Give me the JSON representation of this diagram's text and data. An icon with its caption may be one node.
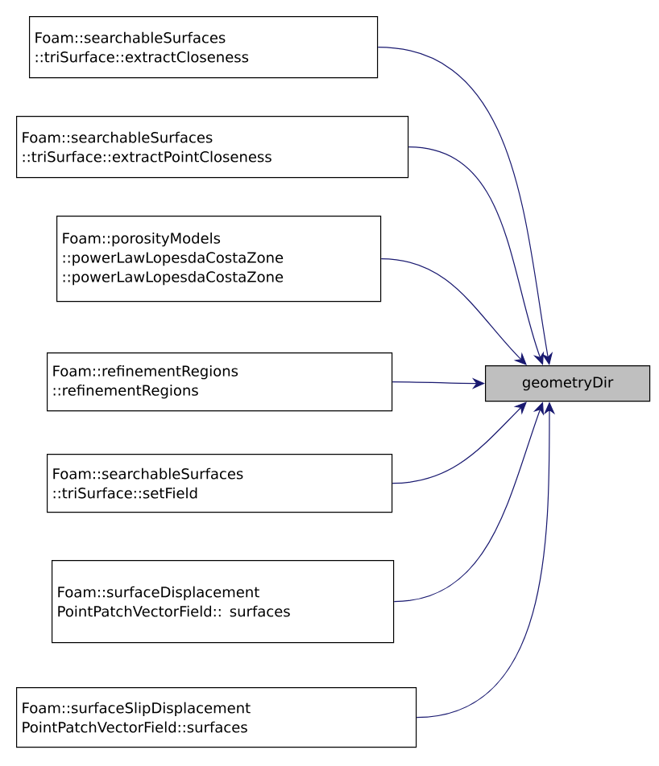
{
  "diagram": {
    "nodes": [
      {
        "text": [
          "Foam::searchableSurfaces ::triSurface::extractCloseness"
        ]
      },
      {
        "text": [
          "Foam::searchableSurfaces ::triSurface::extractPointCloseness"
        ]
      },
      {
        "text": [
          "Foam::porosityModels ::powerLawLopesdaCostaZone ::powerLawLopesdaCostaZone"
        ]
      },
      {
        "text": [
          "Foam::refinementRegions ::refinementRegions"
        ]
      },
      {
        "text": [
          "Foam::searchableSurfaces ::triSurface::setField"
        ]
      },
      {
        "text": [
          "Foam::surfaceDisplacement PointPatchVectorField:: surfaces"
        ]
      },
      {
        "text": [
          "Foam::surfaceSlipDisplacement PointPatchVectorField::surfaces"
        ]
      },
      {
        "text": [
          "geometryDir"
        ]
      }
    ],
    "edges": [
      {
        "from": 0,
        "to": 7,
        "arrow": "to"
      },
      {
        "from": 1,
        "to": 7,
        "arrow": "to"
      },
      {
        "from": 2,
        "to": 7,
        "arrow": "to"
      },
      {
        "from": 3,
        "to": 7,
        "arrow": "to"
      },
      {
        "from": 4,
        "to": 7,
        "arrow": "to"
      },
      {
        "from": 5,
        "to": 7,
        "arrow": "to"
      },
      {
        "from": 6,
        "to": 7,
        "arrow": "to"
      }
    ]
  }
}
